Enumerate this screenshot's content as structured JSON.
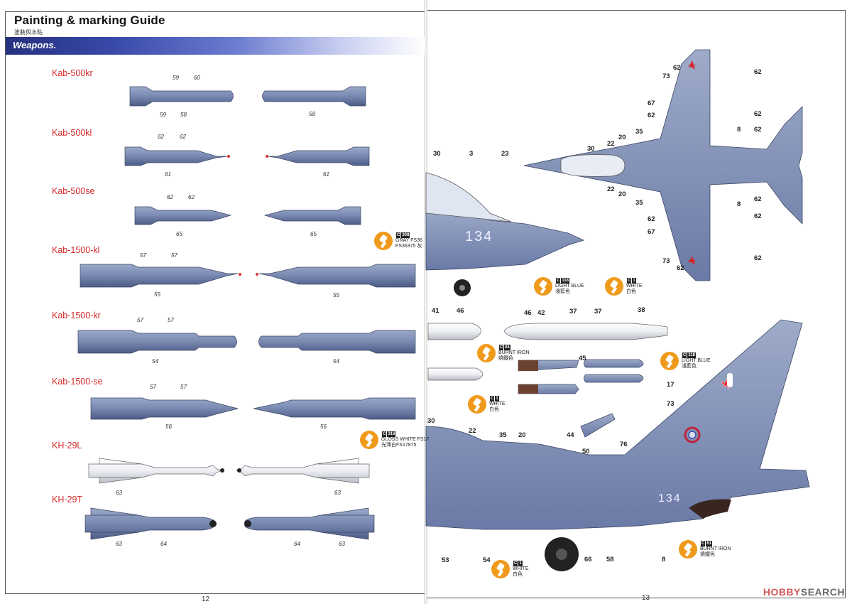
{
  "left_page": {
    "title": "Painting & marking Guide",
    "subtitle": "塗裝與水貼",
    "section": "Weapons.",
    "page_number": "12",
    "weapons": [
      {
        "name": "Kab-500kr",
        "callouts_left": [
          "59",
          "60",
          "59",
          "58"
        ],
        "callouts_right": [
          "58"
        ]
      },
      {
        "name": "Kab-500kl",
        "callouts_left": [
          "62",
          "62",
          "61"
        ],
        "callouts_right": [
          "61"
        ]
      },
      {
        "name": "Kab-500se",
        "callouts_left": [
          "62",
          "62",
          "65"
        ],
        "callouts_right": [
          "65"
        ]
      },
      {
        "name": "Kab-1500-kl",
        "callouts_left": [
          "57",
          "57",
          "55"
        ],
        "callouts_right": [
          "55"
        ]
      },
      {
        "name": "Kab-1500-kr",
        "callouts_left": [
          "57",
          "57",
          "54"
        ],
        "callouts_right": [
          "54"
        ]
      },
      {
        "name": "Kab-1500-se",
        "callouts_left": [
          "57",
          "57",
          "56"
        ],
        "callouts_right": [
          "56"
        ]
      },
      {
        "name": "KH-29L",
        "callouts_left": [
          "63"
        ],
        "callouts_right": [
          "63"
        ]
      },
      {
        "name": "KH-29T",
        "callouts_left": [
          "63",
          "64"
        ],
        "callouts_right": [
          "64",
          "63"
        ]
      }
    ],
    "paints": [
      {
        "code": "C",
        "num": "308",
        "name": "GRAY FS36",
        "sub": "FS36375 灰"
      },
      {
        "code": "C",
        "num": "316",
        "name": "GLOSS WHITE FS17",
        "sub": "光澤白FS17875"
      }
    ]
  },
  "right_page": {
    "page_number": "13",
    "top_view_callouts": [
      "62",
      "73",
      "67",
      "62",
      "35",
      "20",
      "22",
      "30",
      "22",
      "20",
      "35",
      "62",
      "67",
      "73",
      "62",
      "62",
      "62",
      "8",
      "62",
      "8",
      "62",
      "62",
      "62"
    ],
    "nose_callouts": [
      "30",
      "3",
      "23"
    ],
    "nose_marking": "134",
    "stores_callouts": [
      "41",
      "46",
      "46",
      "42",
      "37",
      "37",
      "38",
      "45"
    ],
    "side_callouts": [
      "30",
      "22",
      "35",
      "20",
      "44",
      "50",
      "76",
      "17",
      "73",
      "53",
      "54",
      "66",
      "58",
      "8"
    ],
    "side_marking": "134",
    "paints": [
      {
        "code": "C",
        "num": "118",
        "name": "LIGHT BLUE",
        "sub": "淺藍色"
      },
      {
        "code": "C",
        "num": "1",
        "name": "WHITE",
        "sub": "白色"
      },
      {
        "code": "C",
        "num": "61",
        "name": "BURNT   IRON",
        "sub": "燒鐵色"
      },
      {
        "code": "C",
        "num": "118",
        "name": "LIGHT BLUE",
        "sub": "淺藍色"
      },
      {
        "code": "C",
        "num": "1",
        "name": "WHITE",
        "sub": "白色"
      },
      {
        "code": "C",
        "num": "1",
        "name": "WHITE",
        "sub": "白色"
      },
      {
        "code": "C",
        "num": "61",
        "name": "BURNT   IRON",
        "sub": "燒鐵色"
      }
    ]
  },
  "watermark": {
    "part1": "HOBBY",
    "part2": "SEARCH"
  },
  "colors": {
    "aircraft_blue": "#7f8fb8",
    "weapon_name_red": "#d42a2a",
    "paint_orange": "#f09a1c",
    "band_blue": "#27317f",
    "star_red": "#d8232a"
  }
}
